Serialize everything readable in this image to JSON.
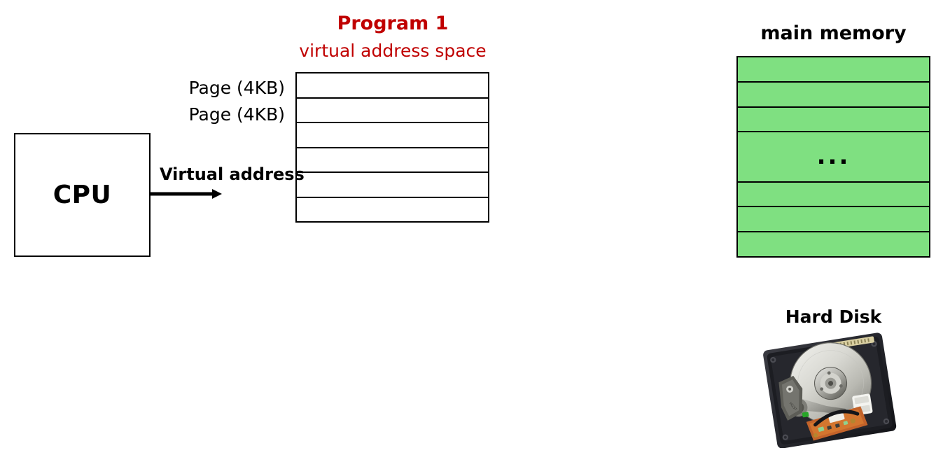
{
  "diagram": {
    "title": "Virtual memory: program virtual address space, main memory and hard disk",
    "colors": {
      "program_red": "#C00000",
      "memory_green": "#7FE081",
      "outline_black": "#000000",
      "background_white": "#FFFFFF"
    }
  },
  "program": {
    "title": "Program 1",
    "subtitle": "virtual address space",
    "page_labels": [
      "Page (4KB)",
      "Page (4KB)"
    ],
    "page_table_rows": [
      "",
      "",
      "",
      "",
      "",
      ""
    ],
    "page_table_row_count": 6
  },
  "cpu": {
    "label": "CPU"
  },
  "arrow": {
    "label": "Virtual address",
    "direction": "right",
    "from": "cpu",
    "to": "virtual-address-space"
  },
  "main_memory": {
    "title": "main memory",
    "rows": [
      "",
      "",
      "",
      "...",
      "",
      "",
      ""
    ],
    "row_count": 7,
    "ellipsis": "...",
    "ellipsis_row_index": 3
  },
  "hard_disk": {
    "title": "Hard Disk",
    "image_alt": "hard-disk-drive-photo"
  }
}
